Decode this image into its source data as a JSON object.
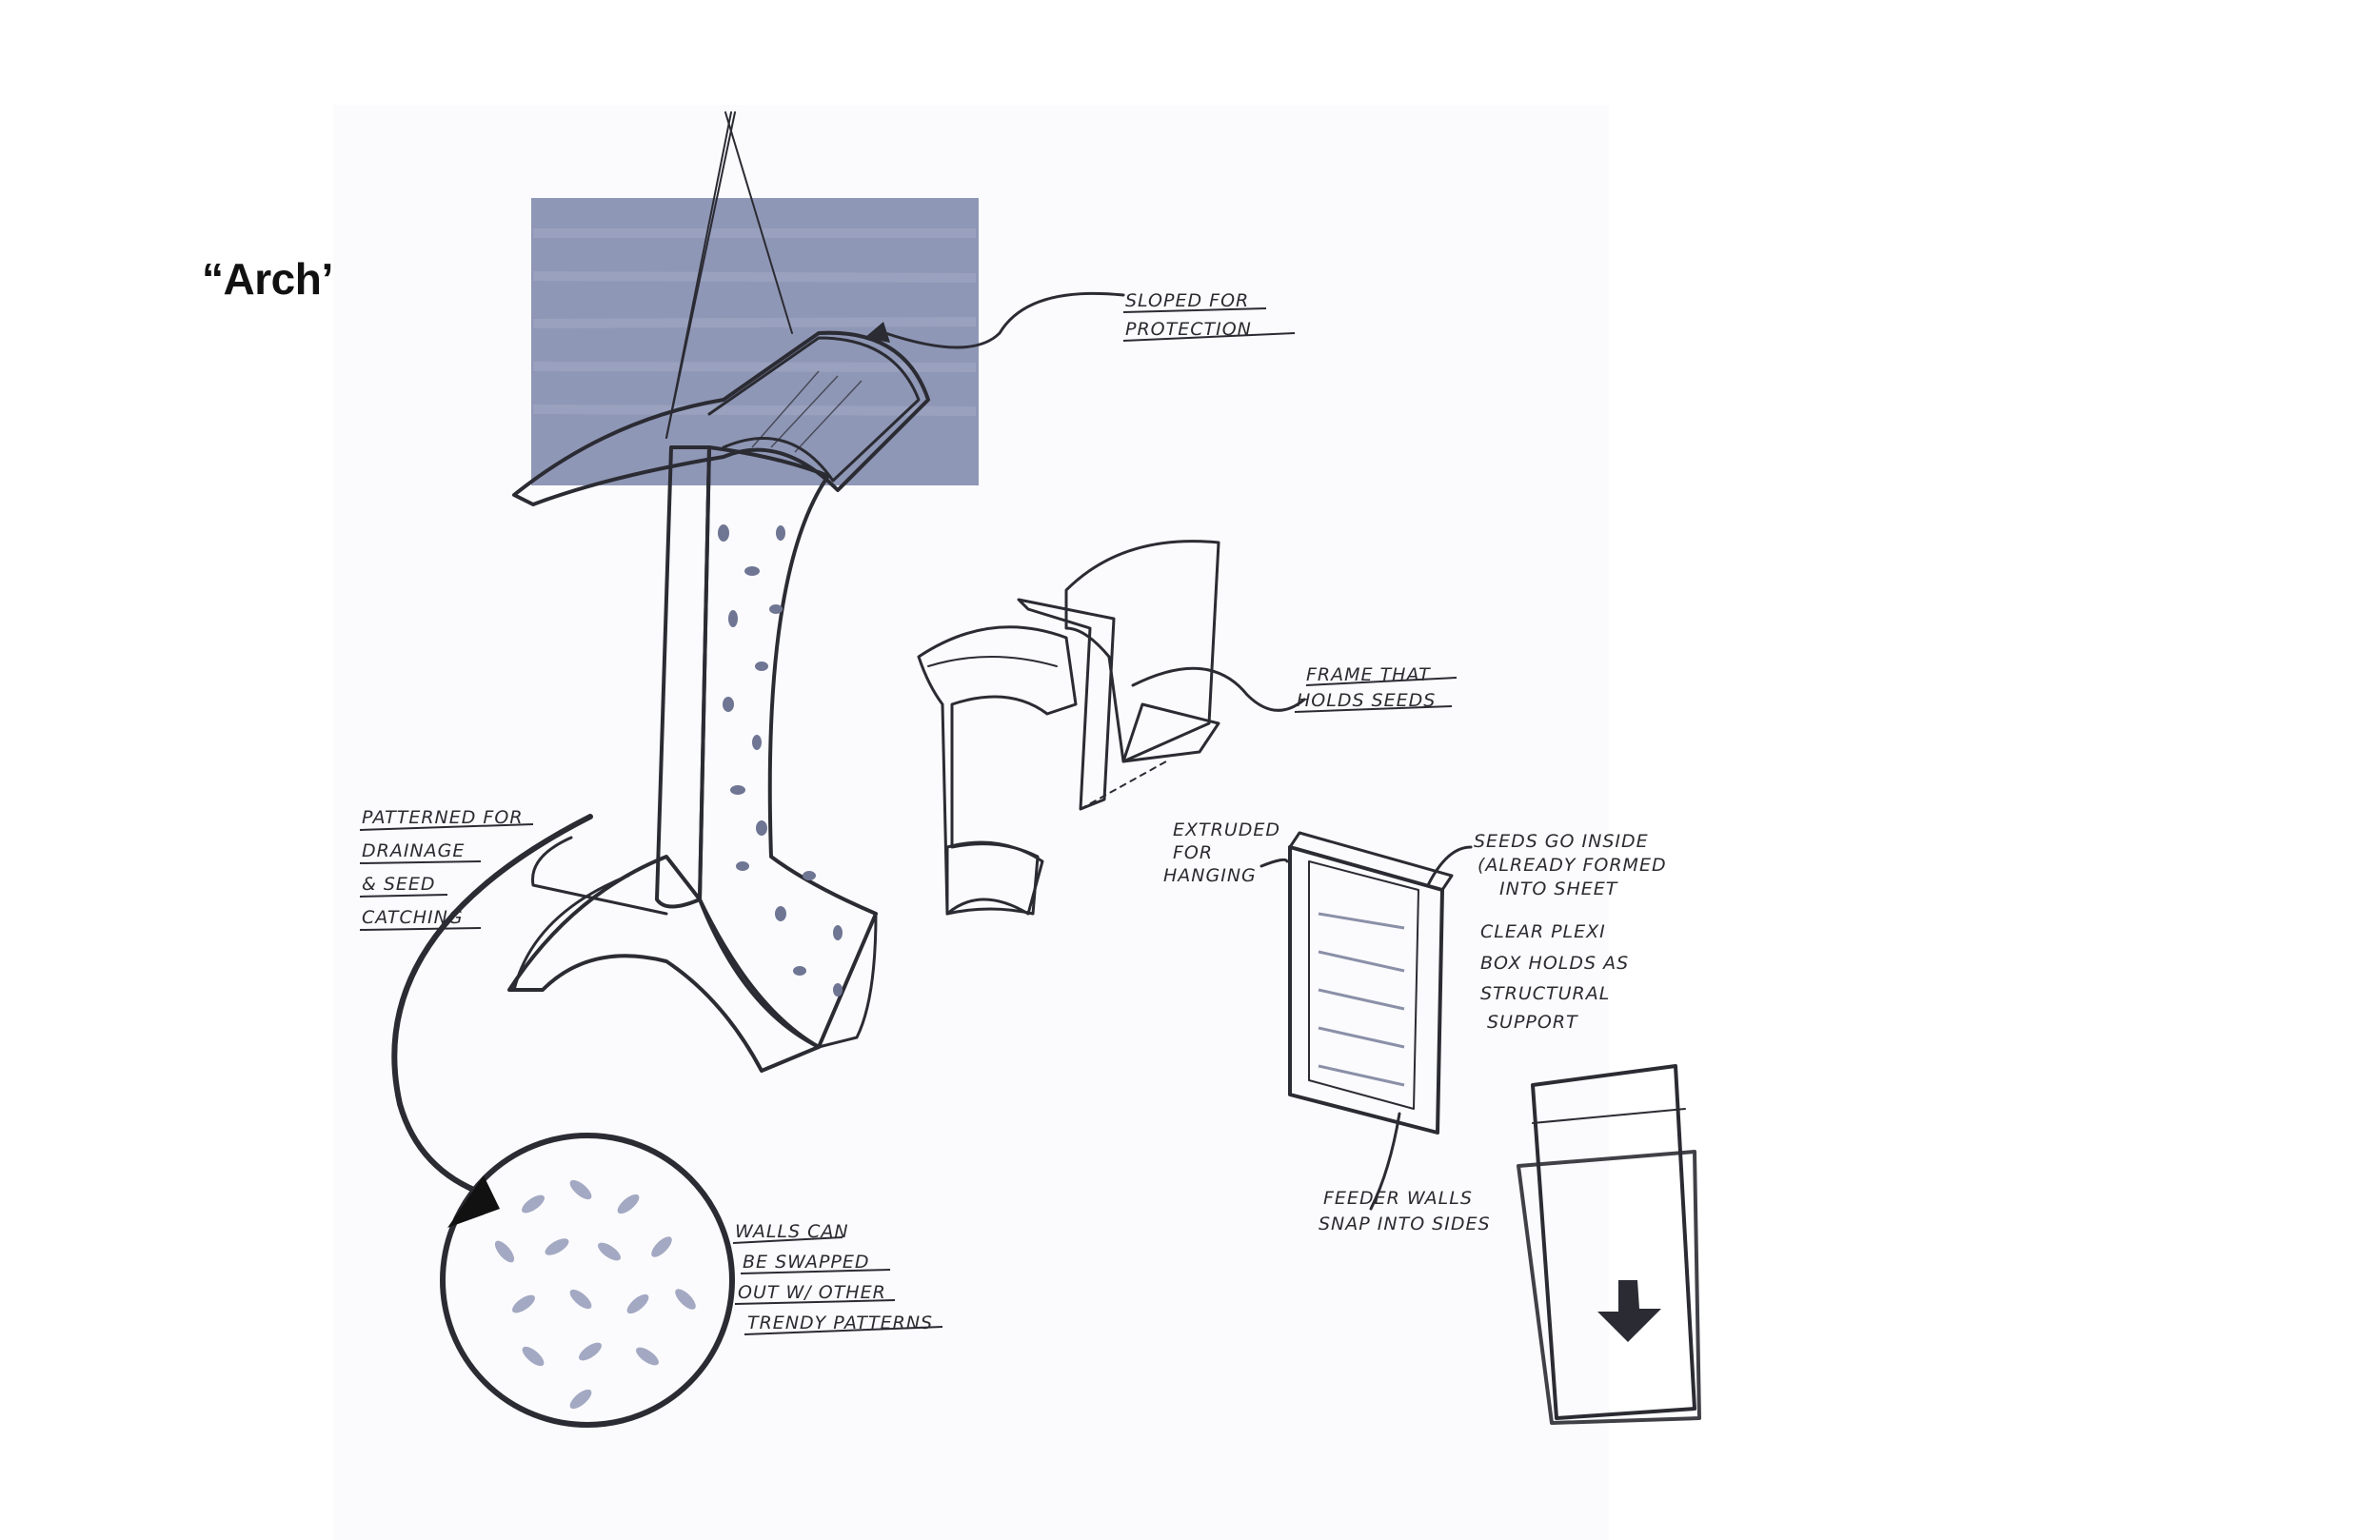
{
  "title": "“Arch” Feeder",
  "colors": {
    "paper": "#ffffff",
    "marker_blue": "#8f97b6",
    "marker_light": "#c8cbdc",
    "ink": "#2b2b33"
  },
  "annotations": {
    "sloped": [
      "SLOPED FOR",
      "PROTECTION"
    ],
    "frame": [
      "FRAME THAT",
      "HOLDS SEEDS"
    ],
    "patterned": [
      "PATTERNED FOR",
      "DRAINAGE",
      "& SEED",
      "CATCHING"
    ],
    "extruded": [
      "EXTRUDED",
      "FOR",
      "HANGING"
    ],
    "seeds_inside": [
      "SEEDS GO INSIDE",
      "(ALREADY FORMED",
      "INTO SHEET"
    ],
    "plexi": [
      "CLEAR PLEXI",
      "BOX HOLDS AS",
      "STRUCTURAL",
      "SUPPORT"
    ],
    "feeder_walls": [
      "FEEDER WALLS",
      "SNAP INTO SIDES"
    ],
    "walls_swap": [
      "WALLS CAN",
      "BE SWAPPED",
      "OUT W/ OTHER",
      "TRENDY PATTERNS"
    ]
  }
}
